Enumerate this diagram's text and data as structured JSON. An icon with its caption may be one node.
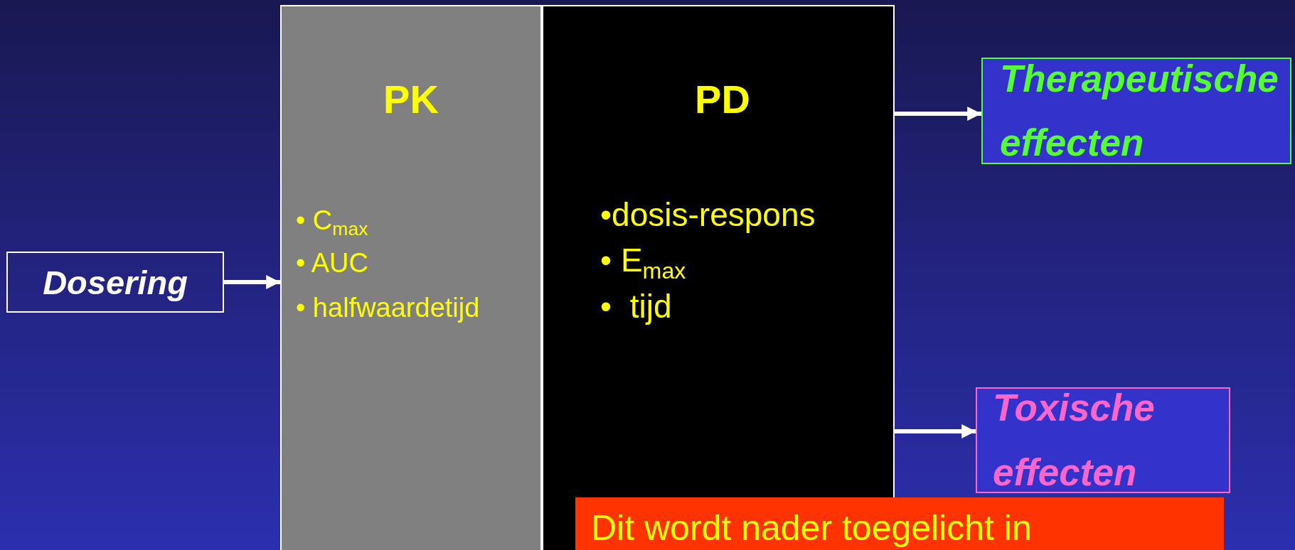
{
  "diagram": {
    "nodes": [
      {
        "text": [
          "Dosering"
        ]
      },
      {
        "text": [
          "PK",
          "• C$_{max}$",
          "• AUC",
          "• halfwaardetijd"
        ]
      },
      {
        "text": [
          "PD",
          "•dosis-respons",
          "• E$_{max}$",
          "•  tijd"
        ]
      },
      {
        "text": [
          "Therapeutische effecten"
        ]
      },
      {
        "text": [
          "Toxische effecten"
        ]
      },
      {
        "text": [
          "Dit wordt nader toegelicht in"
        ]
      }
    ],
    "edges": [
      {
        "from": 0,
        "to": 1,
        "arrow": "to"
      },
      {
        "from": 2,
        "to": 3,
        "arrow": "to"
      },
      {
        "from": 2,
        "to": 4,
        "arrow": "to"
      }
    ]
  }
}
